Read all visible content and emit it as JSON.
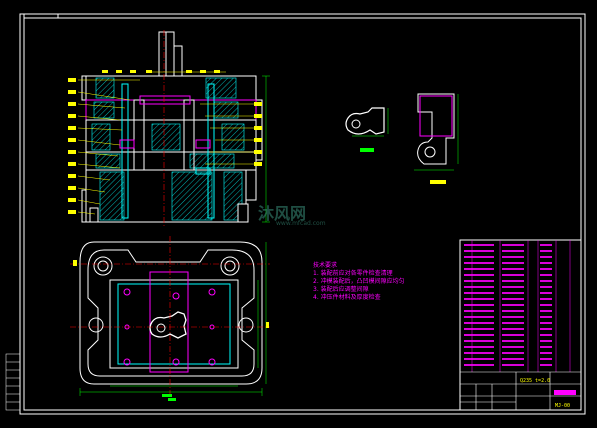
{
  "tech_notes": {
    "heading": "技术要求",
    "items": [
      "1. 装配前应对各零件检查清理",
      "2. 冲模装配后，凸凹模间隙应均匀",
      "3. 装配后应调整间隙",
      "4. 冲压件材料及厚度检查"
    ]
  },
  "watermark": {
    "brand": "沐风网",
    "url": "www.mfcad.com"
  },
  "title_block": {
    "scale": "Q235 t=2.0",
    "code": "MJ-00"
  },
  "colors": {
    "frame": "#ffffff",
    "outline": "#ffffff",
    "hatch": "#00ffff",
    "parts": "#ff00ff",
    "centerline": "#ff0000",
    "dimension": "#00ff00",
    "leader": "#ffff00",
    "table": "#ff00ff"
  }
}
